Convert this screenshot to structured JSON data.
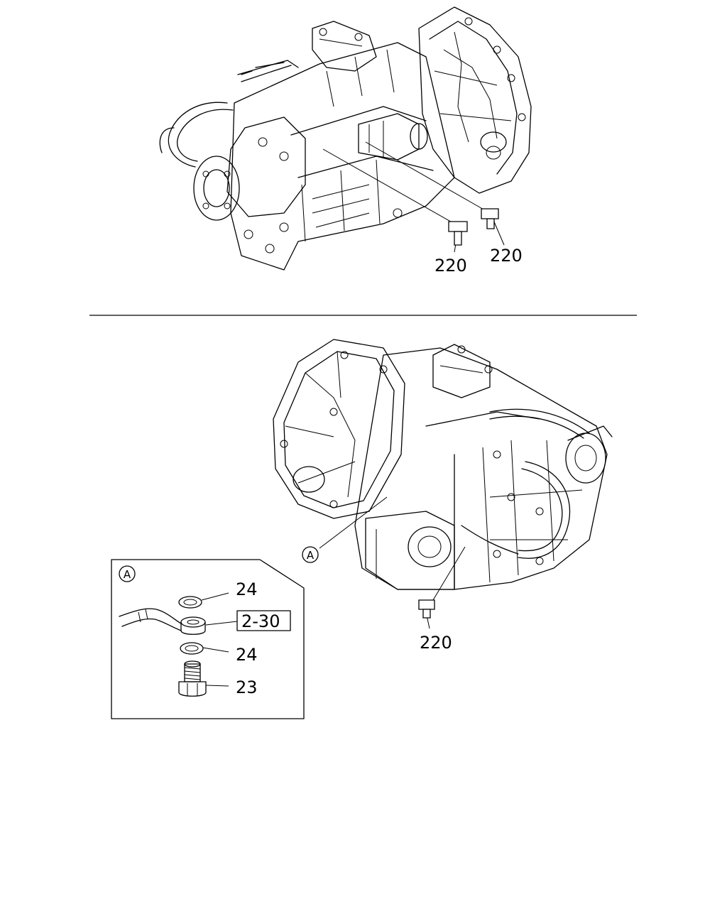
{
  "callouts": {
    "upper_bolt_left": "220",
    "upper_bolt_right": "220",
    "lower_bolt": "220",
    "detail_marker": "A"
  },
  "detail": {
    "marker": "A",
    "washer_top": "24",
    "eye_joint_ref": "2-30",
    "washer_bottom": "24",
    "union_bolt": "23"
  }
}
